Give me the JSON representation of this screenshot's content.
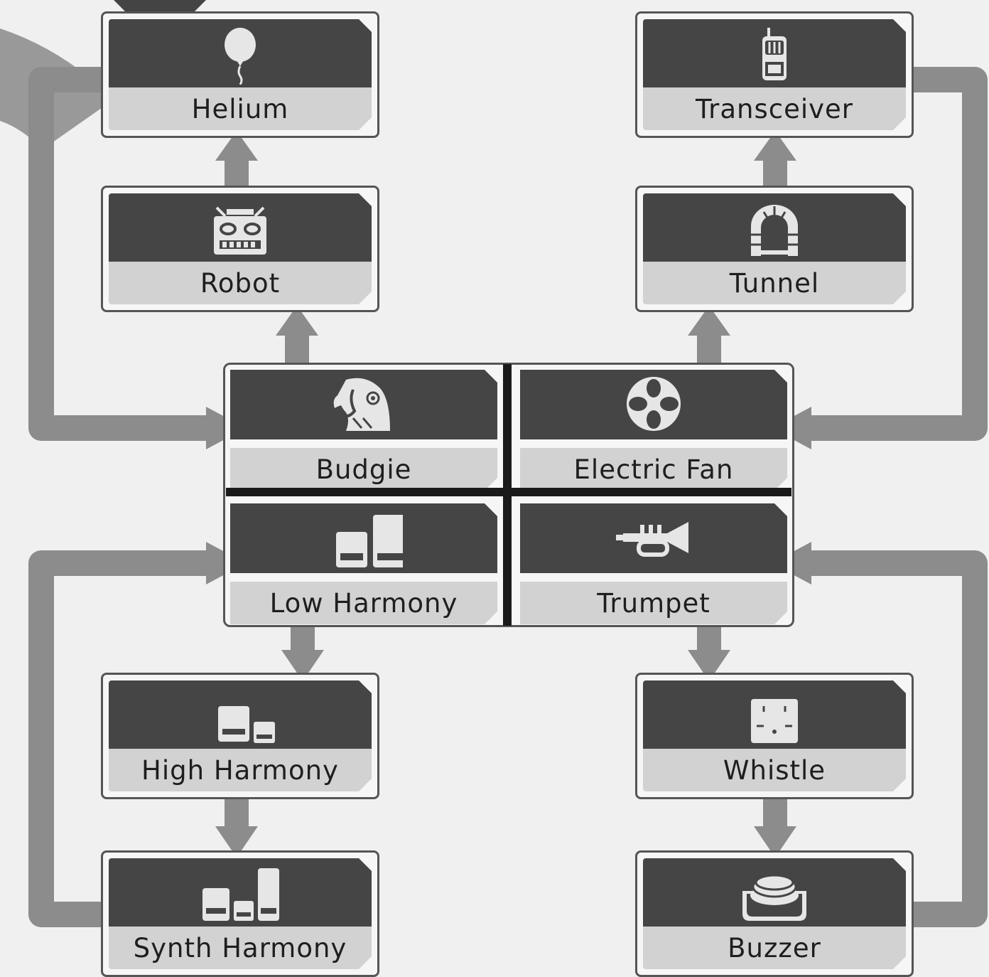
{
  "diagram": {
    "cards": [
      {
        "id": "helium",
        "label": "Helium",
        "icon": "balloon-icon"
      },
      {
        "id": "robot",
        "label": "Robot",
        "icon": "robot-icon"
      },
      {
        "id": "transceiver",
        "label": "Transceiver",
        "icon": "walkie-talkie-icon"
      },
      {
        "id": "tunnel",
        "label": "Tunnel",
        "icon": "tunnel-icon"
      },
      {
        "id": "high-harmony",
        "label": "High Harmony",
        "icon": "high-harmony-icon"
      },
      {
        "id": "synth-harmony",
        "label": "Synth Harmony",
        "icon": "synth-harmony-icon"
      },
      {
        "id": "whistle",
        "label": "Whistle",
        "icon": "whistle-icon"
      },
      {
        "id": "buzzer",
        "label": "Buzzer",
        "icon": "buzzer-icon"
      }
    ],
    "center": [
      {
        "id": "budgie",
        "label": "Budgie",
        "icon": "budgie-icon"
      },
      {
        "id": "electric-fan",
        "label": "Electric Fan",
        "icon": "fan-icon"
      },
      {
        "id": "low-harmony",
        "label": "Low Harmony",
        "icon": "low-harmony-icon"
      },
      {
        "id": "trumpet",
        "label": "Trumpet",
        "icon": "trumpet-icon"
      }
    ],
    "connections": [
      {
        "from": "budgie",
        "to": "robot"
      },
      {
        "from": "robot",
        "to": "helium"
      },
      {
        "from": "helium",
        "to": "budgie"
      },
      {
        "from": "electric-fan",
        "to": "tunnel"
      },
      {
        "from": "tunnel",
        "to": "transceiver"
      },
      {
        "from": "transceiver",
        "to": "electric-fan"
      },
      {
        "from": "low-harmony",
        "to": "high-harmony"
      },
      {
        "from": "high-harmony",
        "to": "synth-harmony"
      },
      {
        "from": "synth-harmony",
        "to": "low-harmony"
      },
      {
        "from": "trumpet",
        "to": "whistle"
      },
      {
        "from": "whistle",
        "to": "buzzer"
      },
      {
        "from": "buzzer",
        "to": "trumpet"
      }
    ],
    "colors": {
      "background": "#f0f0f0",
      "card_top": "#454545",
      "card_bottom": "#d2d2d2",
      "arrow": "#8c8c8c",
      "icon": "#e6e6e6"
    }
  }
}
